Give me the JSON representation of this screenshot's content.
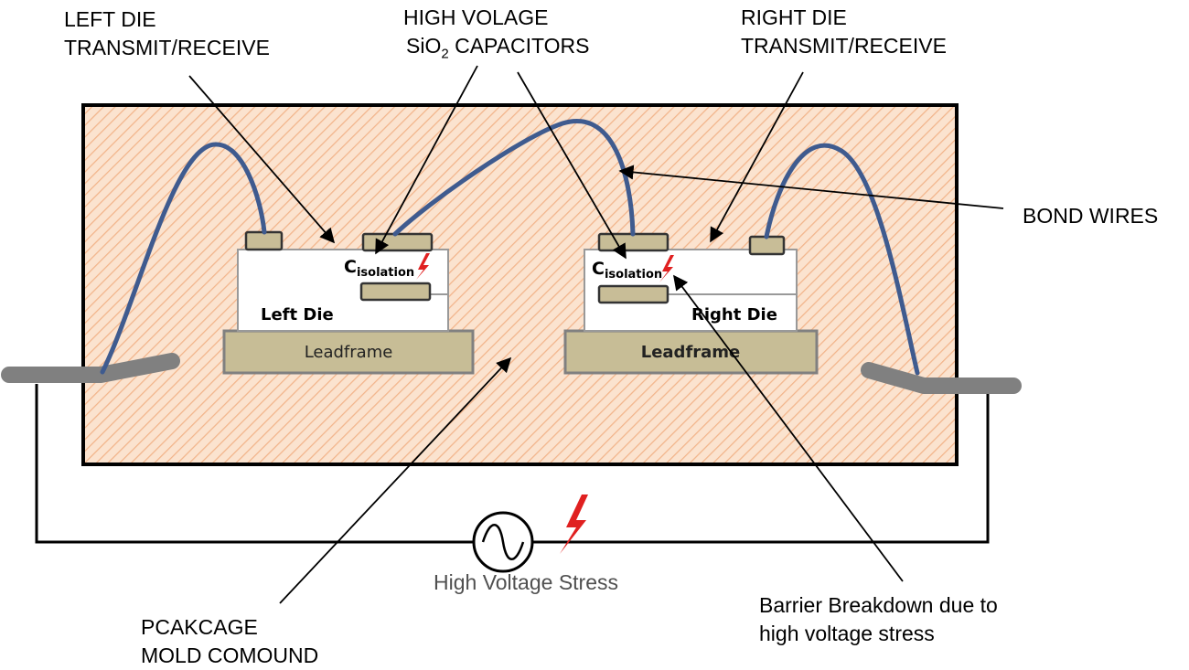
{
  "callouts": {
    "left_die_tx": [
      "LEFT DIE",
      "TRANSMIT/RECEIVE"
    ],
    "hv_caps_line1": "HIGH VOLAGE",
    "hv_caps_sio": "SiO",
    "hv_caps_sub": "2",
    "hv_caps_rest": " CAPACITORS",
    "right_die_tx": [
      "RIGHT DIE",
      "TRANSMIT/RECEIVE"
    ],
    "bond_wires": "BOND WIRES",
    "mold": [
      "PCAKCAGE",
      "MOLD COMOUND"
    ],
    "breakdown": [
      "Barrier Breakdown due to",
      "high voltage stress"
    ]
  },
  "dies": {
    "left_label": "Left Die",
    "right_label": "Right Die",
    "cap_symbol": "C",
    "cap_subscript": "isolation"
  },
  "leadframe": {
    "left_label": "Leadframe",
    "right_label": "Leadframe"
  },
  "source_label": "High Voltage Stress",
  "colors": {
    "package_fill": "#fbe3cf",
    "hatch": "#f2b48a",
    "wire": "#3f5b8f",
    "pad": "#c8bd97",
    "leadframe": "#c7bd96",
    "lead": "#808080",
    "spark": "#e02020"
  }
}
